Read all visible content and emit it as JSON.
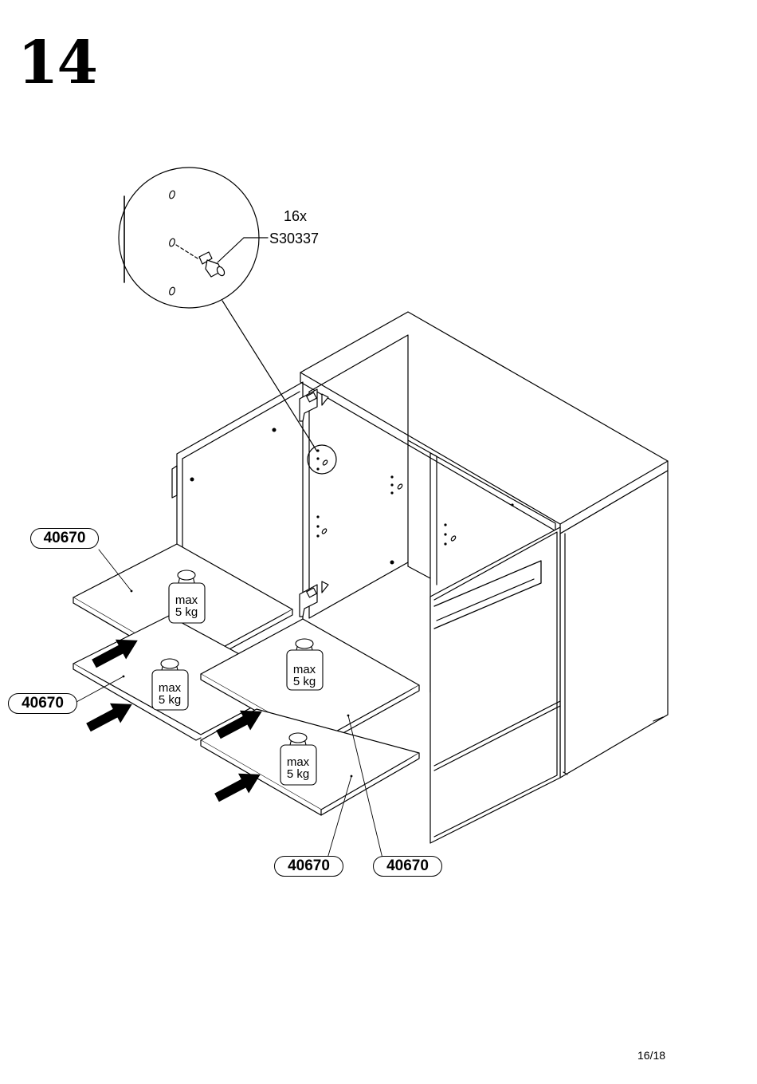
{
  "step": {
    "number": "14"
  },
  "detail": {
    "quantity": "16x",
    "part_code": "S30337"
  },
  "shelves": [
    {
      "label": "40670",
      "weight_line1": "max",
      "weight_line2": "5 kg"
    },
    {
      "label": "40670",
      "weight_line1": "max",
      "weight_line2": "5 kg"
    },
    {
      "label": "40670",
      "weight_line1": "max",
      "weight_line2": "5 kg"
    },
    {
      "label": "40670",
      "weight_line1": "max",
      "weight_line2": "5 kg"
    }
  ],
  "footer": {
    "page": "16/18"
  }
}
